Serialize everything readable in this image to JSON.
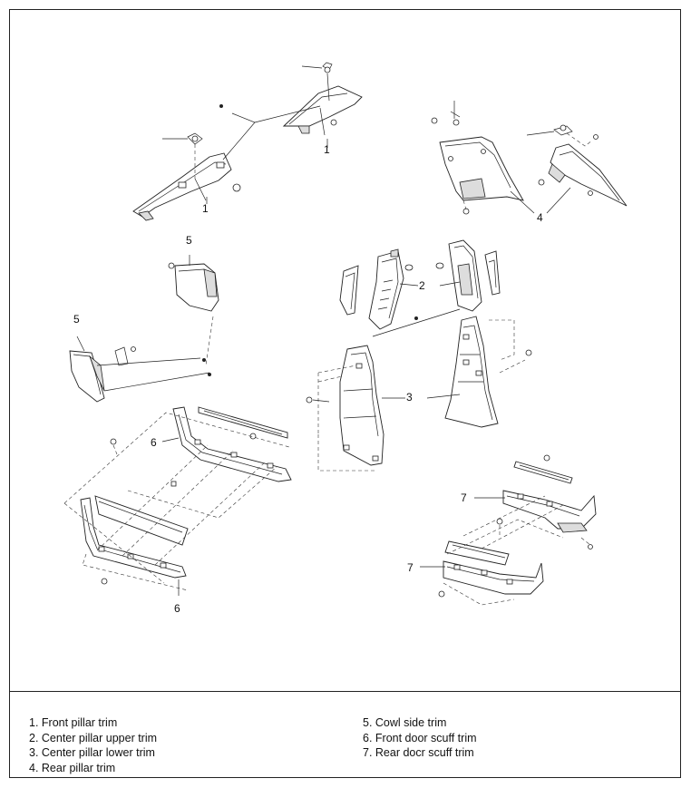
{
  "callouts": {
    "c1a": "1",
    "c1b": "1",
    "c2": "2",
    "c3": "3",
    "c4": "4",
    "c5a": "5",
    "c5b": "5",
    "c6a": "6",
    "c6b": "6",
    "c7a": "7",
    "c7b": "7"
  },
  "legend": {
    "left": [
      "1. Front pillar trim",
      "2. Center pillar upper trim",
      "3. Center pillar lower trim",
      "4. Rear pillar trim"
    ],
    "right": [
      "5. Cowl side trim",
      "6. Front door scuff trim",
      "7. Rear docr scuff trim"
    ]
  }
}
